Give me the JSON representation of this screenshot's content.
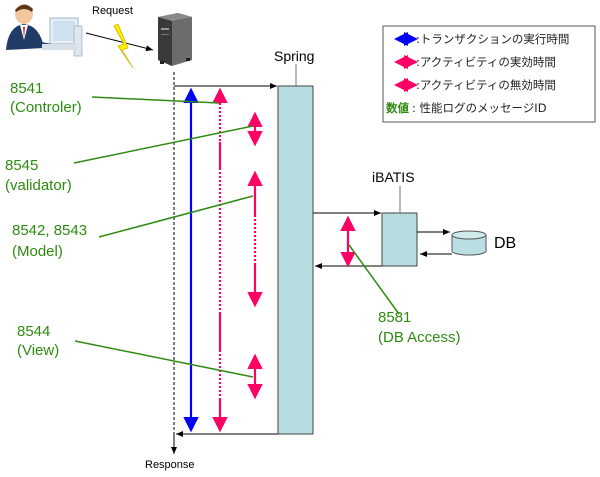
{
  "labels": {
    "request": "Request",
    "response": "Response",
    "spring": "Spring",
    "ibatis": "iBATIS",
    "db": "DB"
  },
  "annotations": [
    {
      "id": "controller",
      "code": "8541",
      "name": "(Controler)"
    },
    {
      "id": "validator",
      "code": "8545",
      "name": "(validator)"
    },
    {
      "id": "model",
      "code": "8542, 8543",
      "name": "(Model)"
    },
    {
      "id": "view",
      "code": "8544",
      "name": "(View)"
    },
    {
      "id": "dbaccess",
      "code": "8581",
      "name": "(DB Access)"
    }
  ],
  "legend": {
    "items": [
      {
        "symbol": "blue-double-arrow",
        "text": ":トランザクションの実行時間",
        "color": "#0000ff"
      },
      {
        "symbol": "pink-double-arrow",
        "text": ":アクティビティの実効時間",
        "color": "#ff0066"
      },
      {
        "symbol": "pink-dotted-double-arrow",
        "text": ":アクティビティの無効時間",
        "color": "#ff0066"
      }
    ],
    "value_key": "数値",
    "value_text": ": 性能ログのメッセージID"
  },
  "colors": {
    "transaction": "#0000ff",
    "activity": "#ff0066",
    "annotation": "#2e8b12",
    "box_fill": "#b9dfe3",
    "lightning": "#ffee00"
  }
}
